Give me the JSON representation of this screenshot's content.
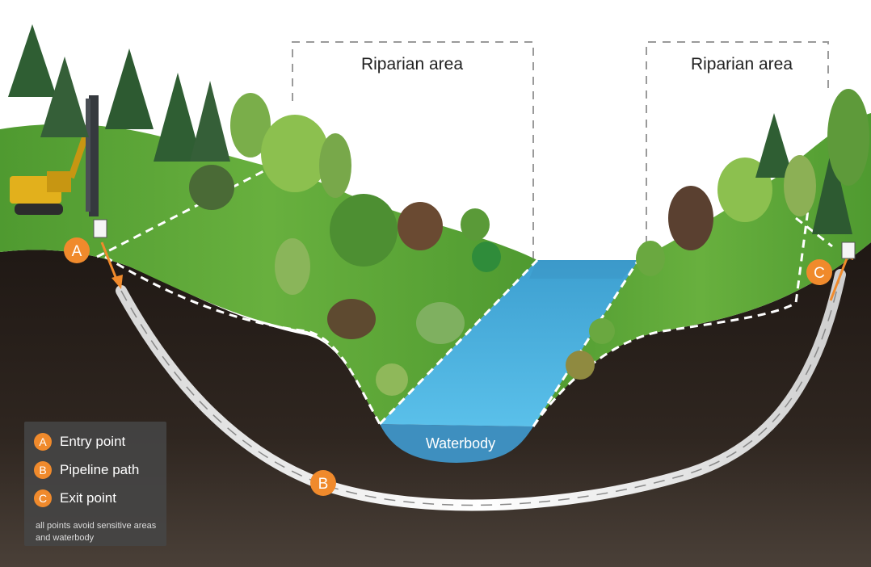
{
  "labels": {
    "riparian_left": "Riparian area",
    "riparian_right": "Riparian area",
    "waterbody": "Waterbody"
  },
  "markers": {
    "a": "A",
    "b": "B",
    "c": "C"
  },
  "legend": {
    "items": [
      {
        "letter": "A",
        "text": "Entry point"
      },
      {
        "letter": "B",
        "text": "Pipeline path"
      },
      {
        "letter": "C",
        "text": "Exit point"
      }
    ],
    "note": "all points avoid sensitive areas and waterbody"
  },
  "colors": {
    "accent": "#f08a2c",
    "grass": "#5fa83a",
    "soil": "#2b221d",
    "water": "#4bb3e0",
    "pipe": "#eeeeee"
  },
  "icons": [
    "drill-rig-icon",
    "tree-icon",
    "entry-arrow-icon",
    "exit-arrow-icon"
  ]
}
